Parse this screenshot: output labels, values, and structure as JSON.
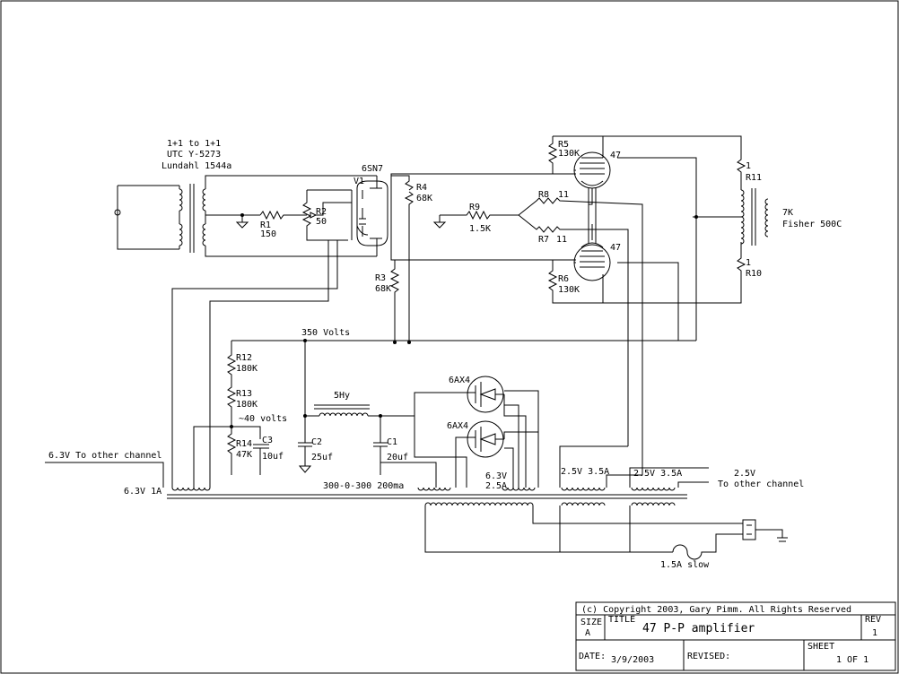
{
  "input_transformer": {
    "ratio": "1+1 to 1+1",
    "model": "UTC Y-5273",
    "alt": "Lundahl 1544a"
  },
  "tubes": {
    "driver": "6SN7",
    "driver_ref": "V1",
    "output_top": "47",
    "output_bottom": "47",
    "rect_top": "6AX4",
    "rect_bottom": "6AX4"
  },
  "resistors": {
    "r1": {
      "ref": "R1",
      "value": "150"
    },
    "r2": {
      "ref": "R2",
      "value": "50"
    },
    "r3": {
      "ref": "R3",
      "value": "68K"
    },
    "r4": {
      "ref": "R4",
      "value": "68K"
    },
    "r5": {
      "ref": "R5",
      "value": "130K"
    },
    "r6": {
      "ref": "R6",
      "value": "130K"
    },
    "r7": {
      "ref": "R7",
      "value": "11"
    },
    "r8": {
      "ref": "R8",
      "value": "11"
    },
    "r9": {
      "ref": "R9",
      "value": "1.5K"
    },
    "r10": {
      "ref": "R10",
      "value": "1"
    },
    "r11": {
      "ref": "R11",
      "value": "1"
    },
    "r12": {
      "ref": "R12",
      "value": "180K"
    },
    "r13": {
      "ref": "R13",
      "value": "180K"
    },
    "r14": {
      "ref": "R14",
      "value": "47K"
    }
  },
  "capacitors": {
    "c1": {
      "ref": "C1",
      "value": "20uf"
    },
    "c2": {
      "ref": "C2",
      "value": "25uf"
    },
    "c3": {
      "ref": "C3",
      "value": "10uf"
    }
  },
  "output_transformer": {
    "impedance": "7K",
    "model": "Fisher 500C"
  },
  "labels": {
    "b_plus": "350 Volts",
    "bias": "~40 volts",
    "choke": "5Hy",
    "heater_other": "6.3V To other channel",
    "heater_1a": "6.3V 1A",
    "ht_winding": "300-0-300 200ma",
    "rect_heater_v": "6.3V",
    "rect_heater_a": "2.5A",
    "fil_1": "2.5V 3.5A",
    "fil_2": "2.5V 3.5A",
    "fil_other_v": "2.5V",
    "fil_other": "To other channel",
    "fuse": "1.5A slow"
  },
  "title_block": {
    "copyright": "(c) Copyright 2003, Gary Pimm. All Rights Reserved",
    "size_label": "SIZE",
    "size": "A",
    "title_label": "TITLE",
    "title": "47 P-P amplifier",
    "rev_label": "REV",
    "rev": "1",
    "date_label": "DATE:",
    "date": "3/9/2003",
    "revised_label": "REVISED:",
    "sheet_label": "SHEET",
    "sheet": "1 OF 1"
  }
}
